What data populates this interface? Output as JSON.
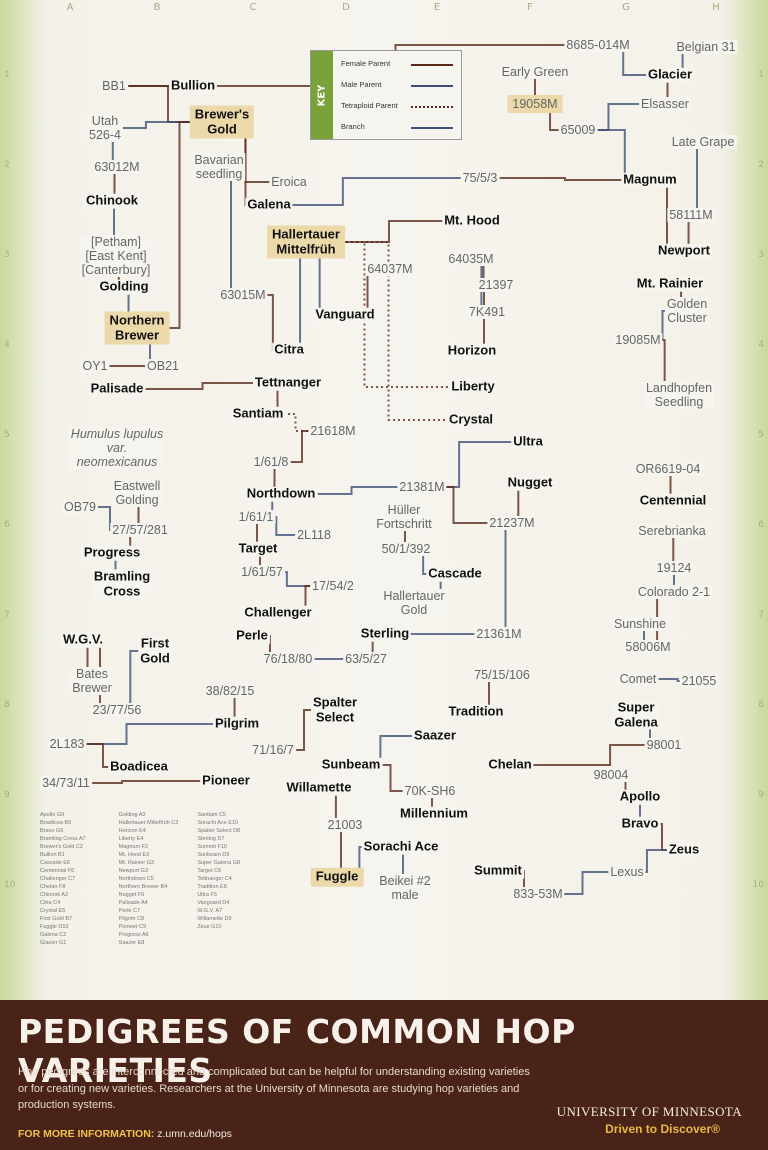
{
  "colors": {
    "female": "#5b2a1c",
    "male": "#3c4f78",
    "tetraploid": "#5b2a1c",
    "branch": "#3c4f78",
    "accent_green": "#7aa23a",
    "footer_bg": "#4a2318",
    "tagline": "#e8b844"
  },
  "grid": {
    "columns": [
      "A",
      "B",
      "C",
      "D",
      "E",
      "F",
      "G",
      "H"
    ],
    "rows": [
      "1",
      "2",
      "3",
      "4",
      "5",
      "6",
      "7",
      "8",
      "9",
      "10"
    ]
  },
  "key": {
    "tab_label": "KEY",
    "items": [
      "Female Parent",
      "Male Parent",
      "Tetraploid Parent",
      "Branch"
    ]
  },
  "nodes": [
    {
      "id": "n8685",
      "label": "8685-014M",
      "style": "code"
    },
    {
      "id": "belgian",
      "label": "Belgian 31",
      "style": "code"
    },
    {
      "id": "bb1",
      "label": "BB1",
      "style": "code"
    },
    {
      "id": "bullion",
      "label": "Bullion",
      "style": "var"
    },
    {
      "id": "earlygreen",
      "label": "Early Green",
      "style": "code"
    },
    {
      "id": "glacier",
      "label": "Glacier",
      "style": "var"
    },
    {
      "id": "n19058",
      "label": "19058M",
      "style": "code hl"
    },
    {
      "id": "elsasser",
      "label": "Elsasser",
      "style": "code"
    },
    {
      "id": "brewersgold",
      "label": "Brewer's\nGold",
      "style": "var hl"
    },
    {
      "id": "utah",
      "label": "Utah\n526-4",
      "style": "code"
    },
    {
      "id": "n65009",
      "label": "65009",
      "style": "code"
    },
    {
      "id": "lategrape",
      "label": "Late Grape",
      "style": "code"
    },
    {
      "id": "n63012",
      "label": "63012M",
      "style": "code"
    },
    {
      "id": "bavarian",
      "label": "Bavarian\nseedling",
      "style": "code"
    },
    {
      "id": "eroica",
      "label": "Eroica",
      "style": "code"
    },
    {
      "id": "n7553",
      "label": "75/5/3",
      "style": "code"
    },
    {
      "id": "magnum",
      "label": "Magnum",
      "style": "var"
    },
    {
      "id": "chinook",
      "label": "Chinook",
      "style": "var"
    },
    {
      "id": "galena",
      "label": "Galena",
      "style": "var"
    },
    {
      "id": "n58111",
      "label": "58111M",
      "style": "code"
    },
    {
      "id": "mthood",
      "label": "Mt. Hood",
      "style": "var"
    },
    {
      "id": "petham",
      "label": "[Petham]\n[East Kent]\n[Canterbury]",
      "style": "code"
    },
    {
      "id": "hallmittel",
      "label": "Hallertauer\nMittelfrüh",
      "style": "var hl"
    },
    {
      "id": "newport",
      "label": "Newport",
      "style": "var"
    },
    {
      "id": "golding",
      "label": "Golding",
      "style": "var"
    },
    {
      "id": "n64037",
      "label": "64037M",
      "style": "code"
    },
    {
      "id": "n64035",
      "label": "64035M",
      "style": "code"
    },
    {
      "id": "n21397",
      "label": "21397",
      "style": "code"
    },
    {
      "id": "mtrainier",
      "label": "Mt. Rainier",
      "style": "var"
    },
    {
      "id": "n63015",
      "label": "63015M",
      "style": "code"
    },
    {
      "id": "goldencluster",
      "label": "Golden\nCluster",
      "style": "code"
    },
    {
      "id": "northernbrewer",
      "label": "Northern\nBrewer",
      "style": "var hl"
    },
    {
      "id": "vanguard",
      "label": "Vanguard",
      "style": "var"
    },
    {
      "id": "n7k491",
      "label": "7K491",
      "style": "code"
    },
    {
      "id": "citra",
      "label": "Citra",
      "style": "var"
    },
    {
      "id": "n19085",
      "label": "19085M",
      "style": "code"
    },
    {
      "id": "oy1",
      "label": "OY1",
      "style": "code"
    },
    {
      "id": "ob21",
      "label": "OB21",
      "style": "code"
    },
    {
      "id": "horizon",
      "label": "Horizon",
      "style": "var"
    },
    {
      "id": "palisade",
      "label": "Palisade",
      "style": "var"
    },
    {
      "id": "tettnanger",
      "label": "Tettnanger",
      "style": "var"
    },
    {
      "id": "liberty",
      "label": "Liberty",
      "style": "var"
    },
    {
      "id": "landhopfen",
      "label": "Landhopfen\nSeedling",
      "style": "code"
    },
    {
      "id": "santiam",
      "label": "Santiam",
      "style": "var"
    },
    {
      "id": "crystal",
      "label": "Crystal",
      "style": "var"
    },
    {
      "id": "n21618",
      "label": "21618M",
      "style": "code"
    },
    {
      "id": "humulus",
      "label": "Humulus lupulus\nvar.\nneomexicanus",
      "style": "code it"
    },
    {
      "id": "ultra",
      "label": "Ultra",
      "style": "var"
    },
    {
      "id": "n1618",
      "label": "1/61/8",
      "style": "code"
    },
    {
      "id": "or6619",
      "label": "OR6619-04",
      "style": "code"
    },
    {
      "id": "eastwell",
      "label": "Eastwell\nGolding",
      "style": "code"
    },
    {
      "id": "nugget",
      "label": "Nugget",
      "style": "var"
    },
    {
      "id": "n21381",
      "label": "21381M",
      "style": "code"
    },
    {
      "id": "northdown",
      "label": "Northdown",
      "style": "var"
    },
    {
      "id": "centennial",
      "label": "Centennial",
      "style": "var"
    },
    {
      "id": "ob79",
      "label": "OB79",
      "style": "code"
    },
    {
      "id": "n1611",
      "label": "1/61/1",
      "style": "code"
    },
    {
      "id": "hullerf",
      "label": "Hüller\nFortschritt",
      "style": "code"
    },
    {
      "id": "n21237",
      "label": "21237M",
      "style": "code"
    },
    {
      "id": "n2757281",
      "label": "27/57/281",
      "style": "code"
    },
    {
      "id": "n2l118",
      "label": "2L118",
      "style": "code"
    },
    {
      "id": "serebrianka",
      "label": "Serebrianka",
      "style": "code"
    },
    {
      "id": "progress",
      "label": "Progress",
      "style": "var"
    },
    {
      "id": "target",
      "label": "Target",
      "style": "var"
    },
    {
      "id": "n501392",
      "label": "50/1/392",
      "style": "code"
    },
    {
      "id": "bramling",
      "label": "Bramling\nCross",
      "style": "var"
    },
    {
      "id": "n16157",
      "label": "1/61/57",
      "style": "code"
    },
    {
      "id": "cascade",
      "label": "Cascade",
      "style": "var"
    },
    {
      "id": "n19124",
      "label": "19124",
      "style": "code"
    },
    {
      "id": "n17542",
      "label": "17/54/2",
      "style": "code"
    },
    {
      "id": "colorado",
      "label": "Colorado 2-1",
      "style": "code"
    },
    {
      "id": "hallgold",
      "label": "Hallertauer\nGold",
      "style": "code"
    },
    {
      "id": "challenger",
      "label": "Challenger",
      "style": "var"
    },
    {
      "id": "sunshine",
      "label": "Sunshine",
      "style": "code"
    },
    {
      "id": "wgv",
      "label": "W.G.V.",
      "style": "var"
    },
    {
      "id": "firstgold",
      "label": "First\nGold",
      "style": "var"
    },
    {
      "id": "perle",
      "label": "Perle",
      "style": "var"
    },
    {
      "id": "sterling",
      "label": "Sterling",
      "style": "var"
    },
    {
      "id": "n21361",
      "label": "21361M",
      "style": "code"
    },
    {
      "id": "n58006",
      "label": "58006M",
      "style": "code"
    },
    {
      "id": "n761880",
      "label": "76/18/80",
      "style": "code"
    },
    {
      "id": "n63527",
      "label": "63/5/27",
      "style": "code"
    },
    {
      "id": "batesbrewer",
      "label": "Bates\nBrewer",
      "style": "code"
    },
    {
      "id": "n7515106",
      "label": "75/15/106",
      "style": "code"
    },
    {
      "id": "comet",
      "label": "Comet",
      "style": "code"
    },
    {
      "id": "n21055",
      "label": "21055",
      "style": "code"
    },
    {
      "id": "n388215",
      "label": "38/82/15",
      "style": "code"
    },
    {
      "id": "spalter",
      "label": "Spalter\nSelect",
      "style": "var"
    },
    {
      "id": "n237756",
      "label": "23/77/56",
      "style": "code"
    },
    {
      "id": "pilgrim",
      "label": "Pilgrim",
      "style": "var"
    },
    {
      "id": "tradition",
      "label": "Tradition",
      "style": "var"
    },
    {
      "id": "supergalena",
      "label": "Super\nGalena",
      "style": "var"
    },
    {
      "id": "n2l183",
      "label": "2L183",
      "style": "code"
    },
    {
      "id": "n71167",
      "label": "71/16/7",
      "style": "code"
    },
    {
      "id": "saazer",
      "label": "Saazer",
      "style": "var"
    },
    {
      "id": "n98001",
      "label": "98001",
      "style": "code"
    },
    {
      "id": "boadicea",
      "label": "Boadicea",
      "style": "var"
    },
    {
      "id": "sunbeam",
      "label": "Sunbeam",
      "style": "var"
    },
    {
      "id": "chelan",
      "label": "Chelan",
      "style": "var"
    },
    {
      "id": "n347311",
      "label": "34/73/11",
      "style": "code"
    },
    {
      "id": "pioneer",
      "label": "Pioneer",
      "style": "var"
    },
    {
      "id": "willamette",
      "label": "Willamette",
      "style": "var"
    },
    {
      "id": "n98004",
      "label": "98004",
      "style": "code"
    },
    {
      "id": "n70ksh6",
      "label": "70K-SH6",
      "style": "code"
    },
    {
      "id": "apollo",
      "label": "Apollo",
      "style": "var"
    },
    {
      "id": "millennium",
      "label": "Millennium",
      "style": "var"
    },
    {
      "id": "n21003",
      "label": "21003",
      "style": "code"
    },
    {
      "id": "bravo",
      "label": "Bravo",
      "style": "var"
    },
    {
      "id": "sorachi",
      "label": "Sorachi Ace",
      "style": "var"
    },
    {
      "id": "zeus",
      "label": "Zeus",
      "style": "var"
    },
    {
      "id": "summit",
      "label": "Summit",
      "style": "var"
    },
    {
      "id": "lexus",
      "label": "Lexus",
      "style": "code"
    },
    {
      "id": "fuggle",
      "label": "Fuggle",
      "style": "var hl"
    },
    {
      "id": "beikei",
      "label": "Beikei #2\nmale",
      "style": "code"
    },
    {
      "id": "n83353",
      "label": "833-53M",
      "style": "code"
    }
  ],
  "links": [
    [
      "bullion",
      "bb1",
      "f"
    ],
    [
      "brewersgold",
      "bb1",
      "f"
    ],
    [
      "brewersgold",
      "utah",
      "m"
    ],
    [
      "n63012",
      "chinook",
      "f"
    ],
    [
      "utah",
      "n63012",
      "m"
    ],
    [
      "galena",
      "brewersgold",
      "f"
    ],
    [
      "eroica",
      "brewersgold",
      "f"
    ],
    [
      "chinook",
      "petham",
      "m"
    ],
    [
      "golding",
      "petham",
      "f"
    ],
    [
      "northernbrewer",
      "brewersgold",
      "f"
    ],
    [
      "northernbrewer",
      "golding",
      "m"
    ],
    [
      "ob21",
      "northernbrewer",
      "m"
    ],
    [
      "oy1",
      "ob21",
      "f"
    ],
    [
      "palisade",
      "tettnanger",
      "f"
    ],
    [
      "glacier",
      "n8685",
      "m"
    ],
    [
      "glacier",
      "elsasser",
      "f"
    ],
    [
      "belgian",
      "glacier",
      "m"
    ],
    [
      "n19058",
      "earlygreen",
      "f"
    ],
    [
      "n65009",
      "n19058",
      "f"
    ],
    [
      "magnum",
      "n7553",
      "f"
    ],
    [
      "n7553",
      "galena",
      "m"
    ],
    [
      "n58111",
      "lategrape",
      "m"
    ],
    [
      "newport",
      "n58111",
      "f"
    ],
    [
      "newport",
      "magnum",
      "f"
    ],
    [
      "mtrainier",
      "goldencluster",
      "f"
    ],
    [
      "n19085",
      "goldencluster",
      "m"
    ],
    [
      "n19085",
      "landhopfen",
      "f"
    ],
    [
      "mthood",
      "hallmittel",
      "f"
    ],
    [
      "vanguard",
      "hallmittel",
      "m"
    ],
    [
      "n64037",
      "vanguard",
      "f"
    ],
    [
      "n64035",
      "n7k491",
      "m"
    ],
    [
      "n21397",
      "n64035",
      "f"
    ],
    [
      "n63015",
      "citra",
      "f"
    ],
    [
      "n63015",
      "bavarian",
      "m"
    ],
    [
      "citra",
      "hallmittel",
      "m"
    ],
    [
      "horizon",
      "n21397",
      "f"
    ],
    [
      "liberty",
      "hallmittel",
      "t"
    ],
    [
      "crystal",
      "hallmittel",
      "t"
    ],
    [
      "santiam",
      "tettnanger",
      "f"
    ],
    [
      "n21618",
      "santiam",
      "t"
    ],
    [
      "ultra",
      "n21381",
      "m"
    ],
    [
      "n1618",
      "n21618",
      "f"
    ],
    [
      "northdown",
      "n1618",
      "f"
    ],
    [
      "n21381",
      "northdown",
      "m"
    ],
    [
      "nugget",
      "n21237",
      "f"
    ],
    [
      "centennial",
      "or6619",
      "f"
    ],
    [
      "n1611",
      "northdown",
      "m"
    ],
    [
      "target",
      "n1611",
      "f"
    ],
    [
      "n2l118",
      "n1611",
      "m"
    ],
    [
      "n501392",
      "hullerf",
      "f"
    ],
    [
      "cascade",
      "n501392",
      "m"
    ],
    [
      "n2757281",
      "ob79",
      "m"
    ],
    [
      "progress",
      "n2757281",
      "f"
    ],
    [
      "eastwell",
      "n2757281",
      "f"
    ],
    [
      "bramling",
      "progress",
      "m"
    ],
    [
      "n16157",
      "target",
      "f"
    ],
    [
      "n17542",
      "n16157",
      "m"
    ],
    [
      "challenger",
      "n17542",
      "f"
    ],
    [
      "hallgold",
      "cascade",
      "m"
    ],
    [
      "n21361",
      "sterling",
      "m"
    ],
    [
      "sterling",
      "n63527",
      "f"
    ],
    [
      "perle",
      "n761880",
      "f"
    ],
    [
      "n761880",
      "n63527",
      "m"
    ],
    [
      "wgv",
      "batesbrewer",
      "f"
    ],
    [
      "firstgold",
      "n237756",
      "m"
    ],
    [
      "n237756",
      "wgv",
      "f"
    ],
    [
      "n388215",
      "pilgrim",
      "f"
    ],
    [
      "spalter",
      "n71167",
      "f"
    ],
    [
      "pilgrim",
      "n2l183",
      "m"
    ],
    [
      "boadicea",
      "n2l183",
      "f"
    ],
    [
      "pioneer",
      "n347311",
      "f"
    ],
    [
      "tradition",
      "n7515106",
      "f"
    ],
    [
      "saazer",
      "sunbeam",
      "m"
    ],
    [
      "sunbeam",
      "n70ksh6",
      "f"
    ],
    [
      "chelan",
      "n98001",
      "f"
    ],
    [
      "supergalena",
      "n98001",
      "m"
    ],
    [
      "serebrianka",
      "n19124",
      "f"
    ],
    [
      "n19124",
      "colorado",
      "m"
    ],
    [
      "colorado",
      "n58006",
      "f"
    ],
    [
      "sunshine",
      "n58006",
      "m"
    ],
    [
      "comet",
      "n21055",
      "m"
    ],
    [
      "n98004",
      "apollo",
      "f"
    ],
    [
      "apollo",
      "bravo",
      "m"
    ],
    [
      "bravo",
      "zeus",
      "f"
    ],
    [
      "zeus",
      "lexus",
      "m"
    ],
    [
      "millennium",
      "n70ksh6",
      "f"
    ],
    [
      "willamette",
      "n21003",
      "f"
    ],
    [
      "n21003",
      "fuggle",
      "f"
    ],
    [
      "sorachi",
      "fuggle",
      "m"
    ],
    [
      "beikei",
      "sorachi",
      "m"
    ],
    [
      "summit",
      "n83353",
      "f"
    ],
    [
      "n83353",
      "lexus",
      "m"
    ],
    [
      "n21237",
      "n21381",
      "f"
    ],
    [
      "n21361",
      "n21237",
      "m"
    ],
    [
      "n65009",
      "magnum",
      "m"
    ],
    [
      "n8685",
      "bullion",
      "f"
    ],
    [
      "elsasser",
      "n65009",
      "m"
    ]
  ],
  "index_list": [
    "Apollo G9",
    "Boadicea B9",
    "Bravo G9",
    "Bramling Cross A7",
    "Brewer's Gold C2",
    "Bullion B1",
    "Cascade E6",
    "Centennial F6",
    "Challenger C7",
    "Chelan F8",
    "Chinook A2",
    "Citra C4",
    "Crystal E5",
    "First Gold B7",
    "Fuggle D10",
    "Galena C2",
    "Glacier G1",
    "Golding A3",
    "Hallertauer Mittelfrüh C3",
    "Horizon E4",
    "Liberty E4",
    "Magnum F2",
    "Mt. Hood E3",
    "Mt. Rainier G3",
    "Newport G3",
    "Northdown C5",
    "Northern Brewer B4",
    "Nugget F5",
    "Palisade A4",
    "Perle C7",
    "Pilgrim C8",
    "Pioneer C9",
    "Progress A6",
    "Saazer E8",
    "Santiam C5",
    "Sorachi Ace E10",
    "Spalter Select D8",
    "Sterling D7",
    "Summit F10",
    "Sunbeam D9",
    "Super Galena G8",
    "Target C6",
    "Tettnanger C4",
    "Tradition E8",
    "Ultra F5",
    "Vanguard D4",
    "W.G.V. A7",
    "Willamette D9",
    "Zeus G10"
  ],
  "footer": {
    "title": "PEDIGREES OF COMMON HOP VARIETIES",
    "description": "Hop pedigrees are interconnected and complicated but can be helpful for understanding existing varieties or for creating new varieties. Researchers at the University of Minnesota are studying hop varieties and production systems.",
    "more_label": "FOR MORE INFORMATION:",
    "more_url": "z.umn.edu/hops",
    "university": "UNIVERSITY OF MINNESOTA",
    "tagline": "Driven to Discover®"
  }
}
